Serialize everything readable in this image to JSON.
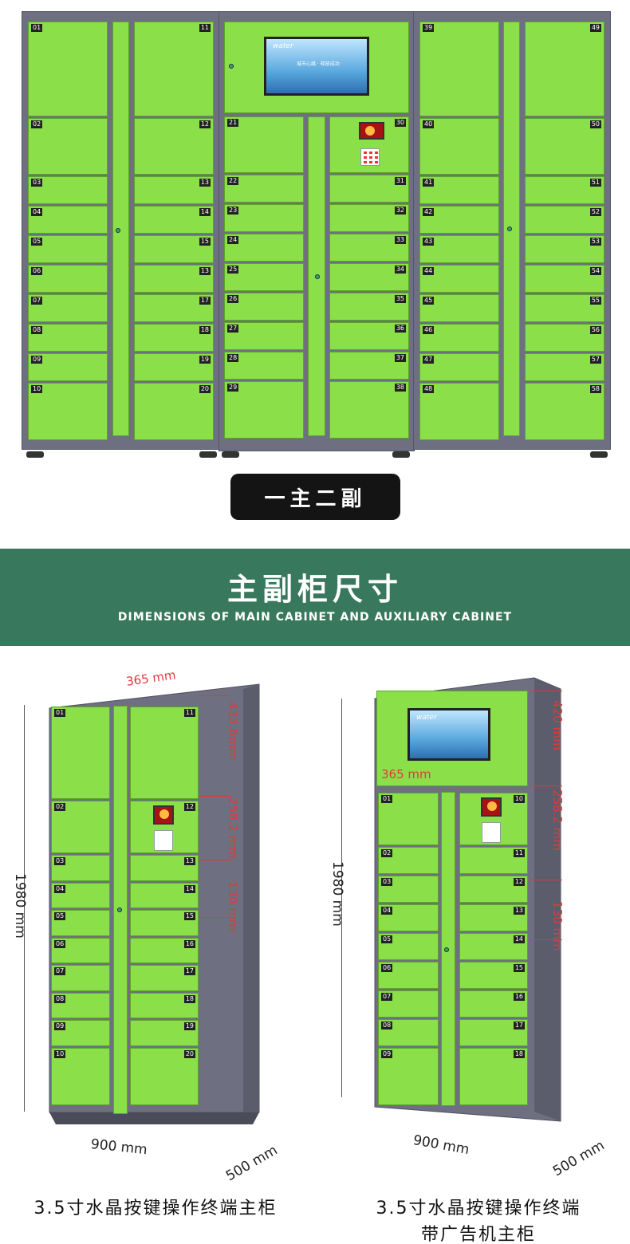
{
  "top": {
    "badge": "一主二副",
    "left_cab": {
      "left_col": [
        "01",
        "02",
        "03",
        "04",
        "05",
        "06",
        "07",
        "08",
        "09",
        "10"
      ],
      "right_col": [
        "11",
        "12",
        "13",
        "14",
        "15",
        "13",
        "17",
        "18",
        "19",
        "20"
      ]
    },
    "main_cab": {
      "screen_brand": "water",
      "screen_tag": "城市心跳 · 释放成功",
      "left_col": [
        "21",
        "22",
        "23",
        "24",
        "25",
        "26",
        "27",
        "28",
        "29"
      ],
      "right_col": [
        "30",
        "31",
        "32",
        "33",
        "34",
        "35",
        "36",
        "37",
        "38"
      ]
    },
    "right_cab": {
      "left_col": [
        "39",
        "40",
        "41",
        "42",
        "43",
        "44",
        "45",
        "46",
        "47",
        "48"
      ],
      "right_col": [
        "49",
        "50",
        "51",
        "52",
        "53",
        "54",
        "55",
        "56",
        "57",
        "58"
      ]
    }
  },
  "band": {
    "title": "主副柜尺寸",
    "subtitle": "DIMENSIONS OF MAIN CABINET AND AUXILIARY CABINET"
  },
  "left_product": {
    "door_width": "365 mm",
    "h1": "433.6mm",
    "h2": "258.2 mm",
    "h3": "130 mm",
    "height": "1980 mm",
    "width": "900 mm",
    "depth": "500 mm",
    "left_col": [
      "01",
      "02",
      "03",
      "04",
      "05",
      "06",
      "07",
      "08",
      "09",
      "10"
    ],
    "right_col": [
      "11",
      "12",
      "13",
      "14",
      "15",
      "16",
      "17",
      "18",
      "19",
      "20"
    ],
    "caption": "3.5寸水晶按键操作终端主柜"
  },
  "right_product": {
    "door_width": "365 mm",
    "h1": "420 mm",
    "h2": "258.2 mm",
    "h3": "130 mm",
    "height": "1980 mm",
    "width": "900 mm",
    "depth": "500 mm",
    "left_col": [
      "01",
      "02",
      "03",
      "04",
      "05",
      "06",
      "07",
      "08",
      "09"
    ],
    "right_col": [
      "10",
      "11",
      "12",
      "13",
      "14",
      "15",
      "16",
      "17",
      "18"
    ],
    "caption_line1": "3.5寸水晶按键操作终端",
    "caption_line2": "带广告机主柜"
  },
  "colors": {
    "door_green": "#8be04a",
    "frame_gray": "#6e6f80",
    "band_green": "#38785c",
    "dimension_red": "#e03a3a"
  }
}
